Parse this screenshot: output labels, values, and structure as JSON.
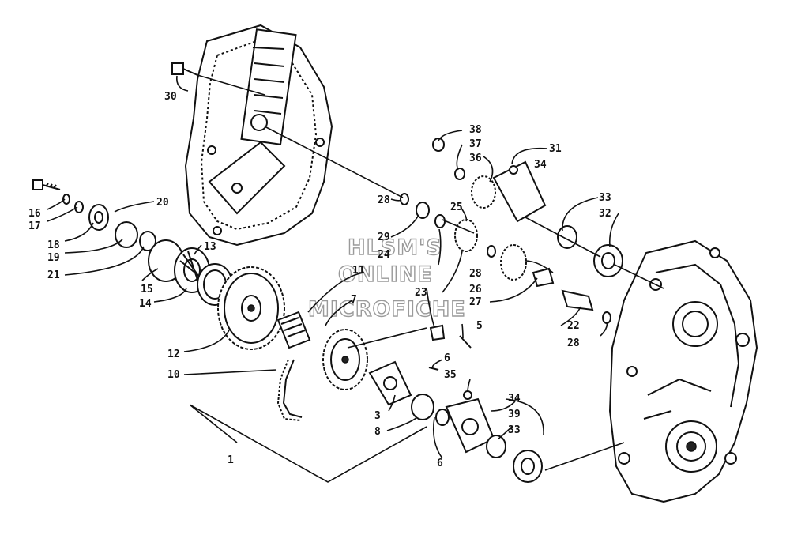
{
  "watermark": {
    "line1": "HLSM'S",
    "line2": "ONLINE",
    "line3": "MICROFICHE"
  },
  "callouts": [
    {
      "id": "c30",
      "label": "30"
    },
    {
      "id": "c16",
      "label": "16"
    },
    {
      "id": "c17",
      "label": "17"
    },
    {
      "id": "c18",
      "label": "18"
    },
    {
      "id": "c19",
      "label": "19"
    },
    {
      "id": "c21",
      "label": "21"
    },
    {
      "id": "c20",
      "label": "20"
    },
    {
      "id": "c13",
      "label": "13"
    },
    {
      "id": "c15",
      "label": "15"
    },
    {
      "id": "c14",
      "label": "14"
    },
    {
      "id": "c12",
      "label": "12"
    },
    {
      "id": "c10",
      "label": "10"
    },
    {
      "id": "c1",
      "label": "1"
    },
    {
      "id": "c11",
      "label": "11"
    },
    {
      "id": "c7",
      "label": "7"
    },
    {
      "id": "c28a",
      "label": "28"
    },
    {
      "id": "c29",
      "label": "29"
    },
    {
      "id": "c24",
      "label": "24"
    },
    {
      "id": "c23",
      "label": "23"
    },
    {
      "id": "c25",
      "label": "25"
    },
    {
      "id": "c38",
      "label": "38"
    },
    {
      "id": "c37",
      "label": "37"
    },
    {
      "id": "c36",
      "label": "36"
    },
    {
      "id": "c31",
      "label": "31"
    },
    {
      "id": "c34a",
      "label": "34"
    },
    {
      "id": "c33a",
      "label": "33"
    },
    {
      "id": "c32",
      "label": "32"
    },
    {
      "id": "c28b",
      "label": "28"
    },
    {
      "id": "c26",
      "label": "26"
    },
    {
      "id": "c27",
      "label": "27"
    },
    {
      "id": "c22",
      "label": "22"
    },
    {
      "id": "c28c",
      "label": "28"
    },
    {
      "id": "c5",
      "label": "5"
    },
    {
      "id": "c6a",
      "label": "6"
    },
    {
      "id": "c35",
      "label": "35"
    },
    {
      "id": "c34b",
      "label": "34"
    },
    {
      "id": "c39",
      "label": "39"
    },
    {
      "id": "c33b",
      "label": "33"
    },
    {
      "id": "c3",
      "label": "3"
    },
    {
      "id": "c8",
      "label": "8"
    },
    {
      "id": "c6b",
      "label": "6"
    }
  ]
}
